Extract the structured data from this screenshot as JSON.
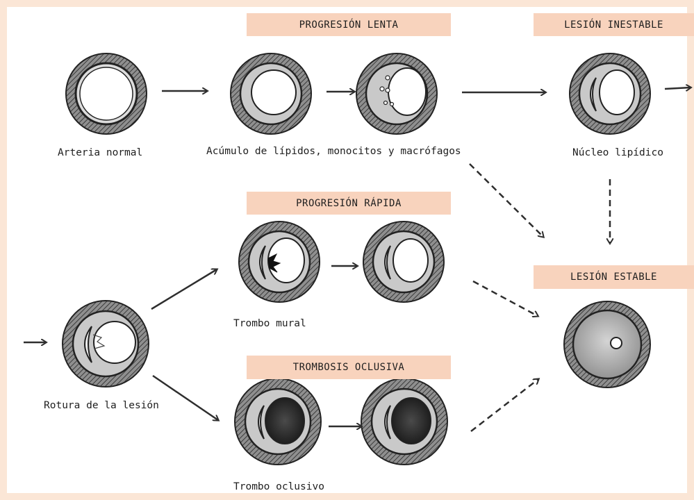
{
  "banners": {
    "slow_progression": "PROGRESIÓN LENTA",
    "unstable_lesion": "LESIÓN INESTABLE",
    "rapid_progression": "PROGRESIÓN RÁPIDA",
    "stable_lesion": "LESIÓN ESTABLE",
    "occlusive_thrombosis": "TROMBOSIS OCLUSIVA"
  },
  "labels": {
    "normal_artery": "Arteria normal",
    "lipid_accumulation": "Acúmulo de lípidos, monocitos y macrófagos",
    "lipid_core": "Núcleo lipídico",
    "mural_thrombus": "Trombo mural",
    "lesion_rupture": "Rotura de la lesión",
    "occlusive_thrombus": "Trombo oclusivo"
  },
  "colors": {
    "banner_fill": "#f8d3bd",
    "frame": "#fbe6d6",
    "ink": "#2e2e2e"
  }
}
